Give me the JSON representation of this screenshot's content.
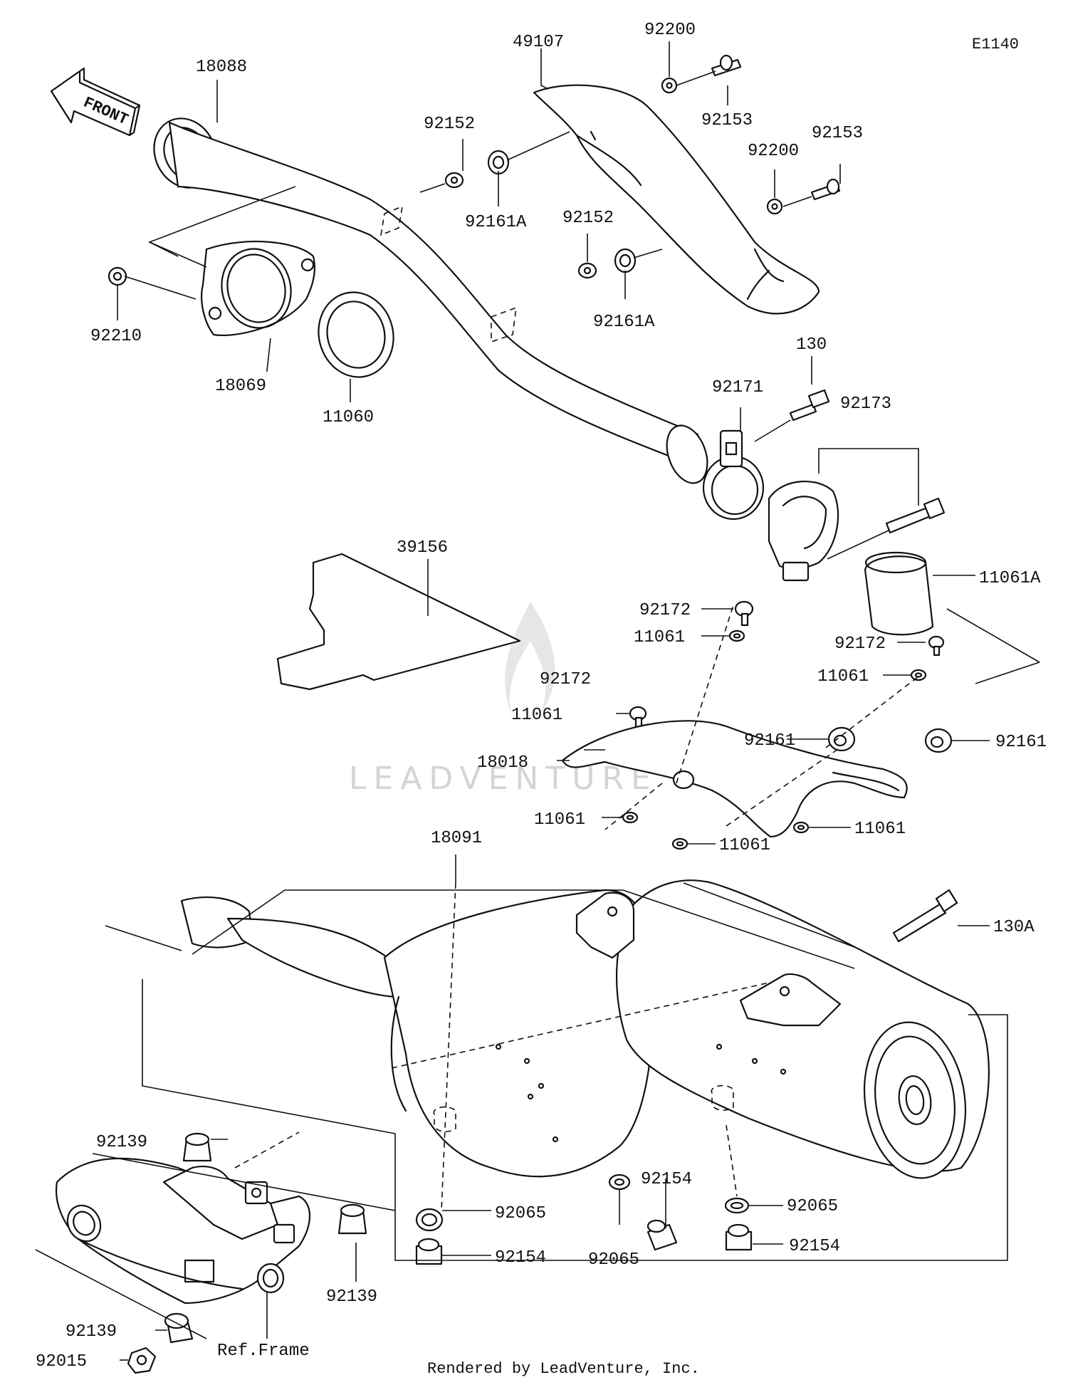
{
  "diagram": {
    "code": "E1140",
    "front_label": "FRONT",
    "watermark": "LEADVENTURE",
    "footer": "Rendered by LeadVenture, Inc.",
    "ref_frame": "Ref.Frame"
  },
  "labels": [
    {
      "id": "p18088",
      "text": "18088"
    },
    {
      "id": "p49107",
      "text": "49107"
    },
    {
      "id": "p92200a",
      "text": "92200"
    },
    {
      "id": "p92153a",
      "text": "92153"
    },
    {
      "id": "p92200b",
      "text": "92200"
    },
    {
      "id": "p92153b",
      "text": "92153"
    },
    {
      "id": "p92152a",
      "text": "92152"
    },
    {
      "id": "p92161Aa",
      "text": "92161A"
    },
    {
      "id": "p92152b",
      "text": "92152"
    },
    {
      "id": "p92161Ab",
      "text": "92161A"
    },
    {
      "id": "p92210",
      "text": "92210"
    },
    {
      "id": "p18069",
      "text": "18069"
    },
    {
      "id": "p11060",
      "text": "11060"
    },
    {
      "id": "p130",
      "text": "130"
    },
    {
      "id": "p92171",
      "text": "92171"
    },
    {
      "id": "p92173",
      "text": "92173"
    },
    {
      "id": "p39156",
      "text": "39156"
    },
    {
      "id": "p11061A",
      "text": "11061A"
    },
    {
      "id": "p92172a",
      "text": "92172"
    },
    {
      "id": "p11061a",
      "text": "11061"
    },
    {
      "id": "p92172b",
      "text": "92172"
    },
    {
      "id": "p11061b",
      "text": "11061"
    },
    {
      "id": "p92172c",
      "text": "92172"
    },
    {
      "id": "p11061c",
      "text": "11061"
    },
    {
      "id": "p92161a",
      "text": "92161"
    },
    {
      "id": "p92161b",
      "text": "92161"
    },
    {
      "id": "p18018",
      "text": "18018"
    },
    {
      "id": "p11061d",
      "text": "11061"
    },
    {
      "id": "p11061e",
      "text": "11061"
    },
    {
      "id": "p11061f",
      "text": "11061"
    },
    {
      "id": "p18091",
      "text": "18091"
    },
    {
      "id": "p130A",
      "text": "130A"
    },
    {
      "id": "p92139a",
      "text": "92139"
    },
    {
      "id": "p92154a",
      "text": "92154"
    },
    {
      "id": "p92065a",
      "text": "92065"
    },
    {
      "id": "p92065b",
      "text": "92065"
    },
    {
      "id": "p92065c",
      "text": "92065"
    },
    {
      "id": "p92154b",
      "text": "92154"
    },
    {
      "id": "p92154c",
      "text": "92154"
    },
    {
      "id": "p92139b",
      "text": "92139"
    },
    {
      "id": "p92139c",
      "text": "92139"
    },
    {
      "id": "p92015",
      "text": "92015"
    }
  ]
}
